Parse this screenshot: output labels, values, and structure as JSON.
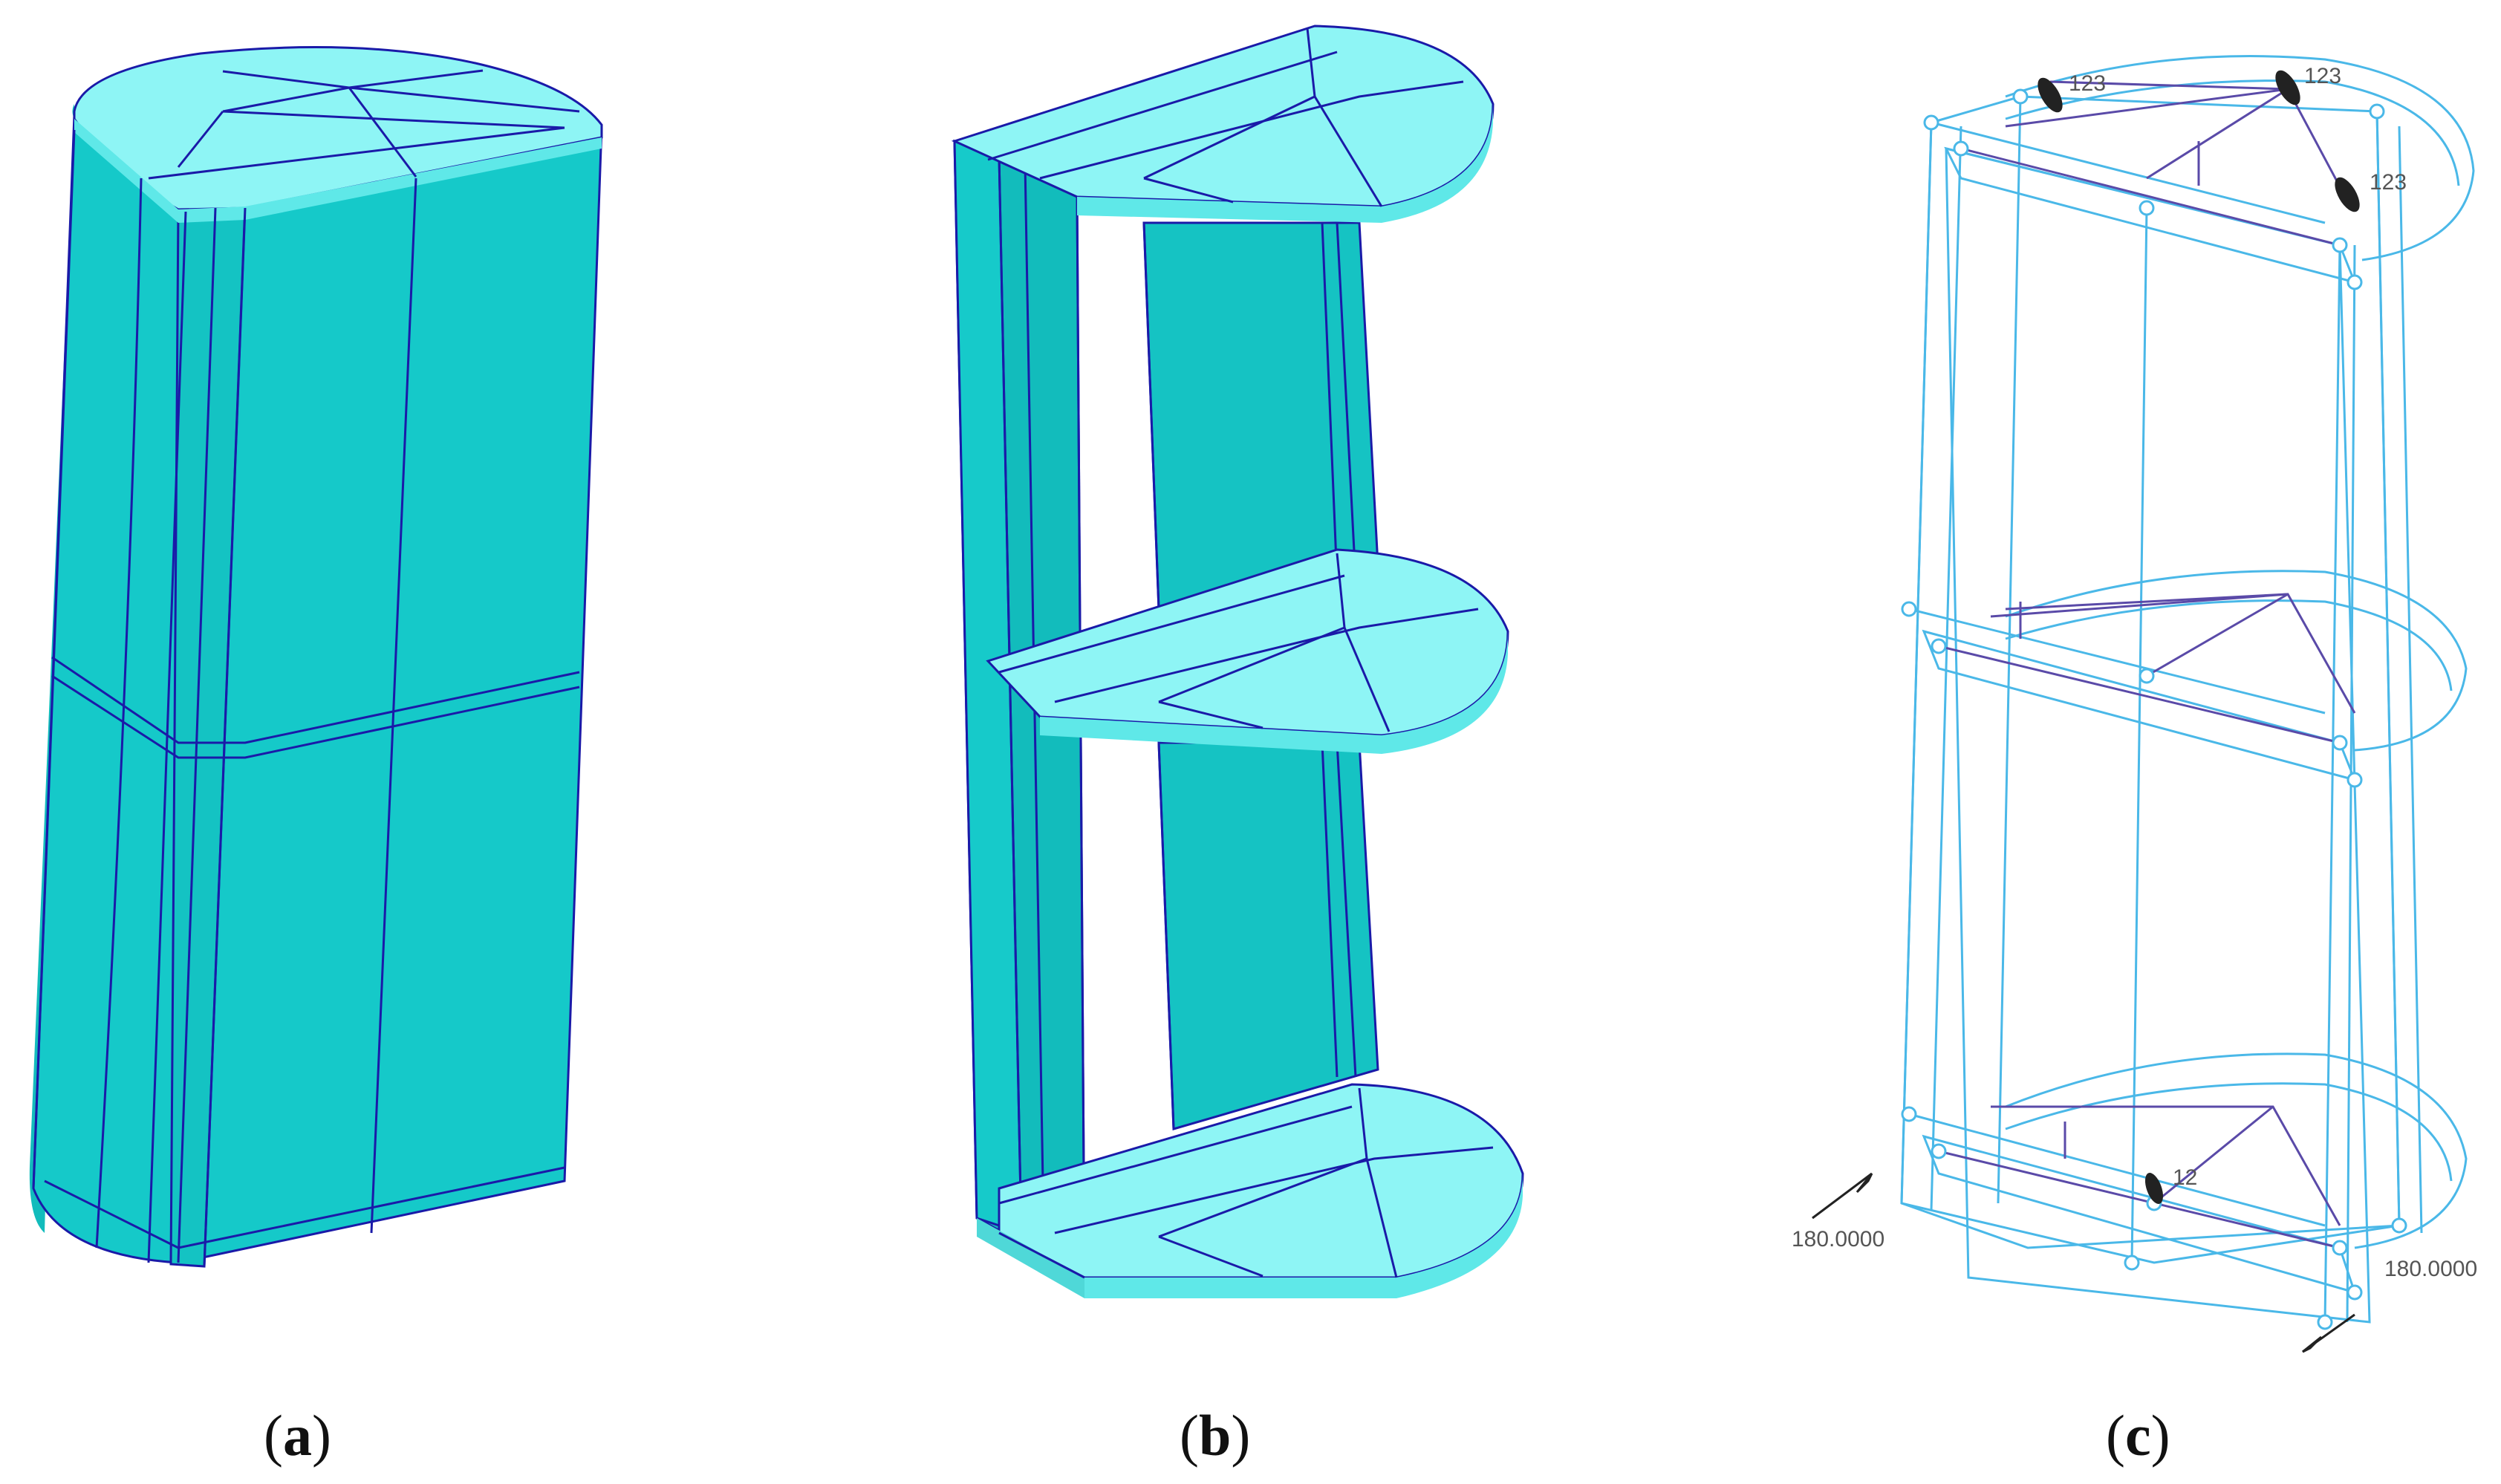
{
  "panels": [
    {
      "id": "a",
      "caption_open": "(",
      "caption_letter": "a",
      "caption_close": ")"
    },
    {
      "id": "b",
      "caption_open": "(",
      "caption_letter": "b",
      "caption_close": ")"
    },
    {
      "id": "c",
      "caption_open": "(",
      "caption_letter": "c",
      "caption_close": ")"
    }
  ],
  "annotations": {
    "constraint_top_1": "123",
    "constraint_top_2": "123",
    "constraint_top_3": "123",
    "constraint_bottom": "12",
    "load_left": "180.0000",
    "load_right": "180.0000"
  },
  "colors": {
    "solid_fill": "#15c9c9",
    "solid_top": "#8ef5f5",
    "solid_rim": "#5fe8e8",
    "mesh_line": "#1a1aa8",
    "wire_line": "#4ab8e8",
    "wire_inner": "#5a4aa8"
  }
}
